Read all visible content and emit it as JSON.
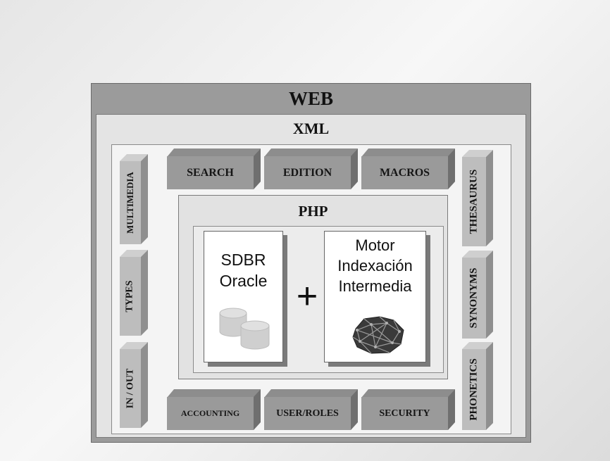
{
  "web_label": "WEB",
  "xml_label": "XML",
  "php_label": "PHP",
  "top_modules": [
    "SEARCH",
    "EDITION",
    "MACROS"
  ],
  "bottom_modules": [
    "ACCOUNTING",
    "USER/ROLES",
    "SECURITY"
  ],
  "left_modules": [
    "MULTIMEDIA",
    "TYPES",
    "IN / OUT"
  ],
  "right_modules": [
    "THESAURUS",
    "SYNONYMS",
    "PHONETICS"
  ],
  "database_card": {
    "line1": "SDBR",
    "line2": "Oracle",
    "icon": "database-cylinders-icon"
  },
  "plus_sign": "+",
  "engine_card": {
    "line1": "Motor",
    "line2": "Indexación",
    "line3": "Intermedia",
    "icon": "mesh-network-icon"
  }
}
